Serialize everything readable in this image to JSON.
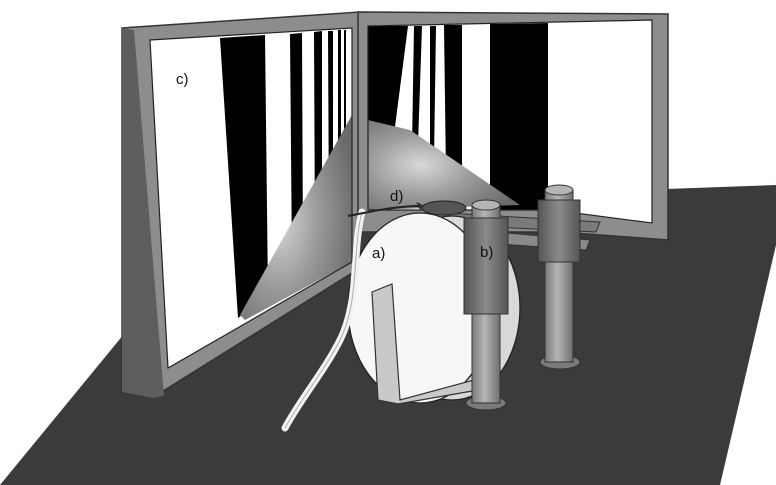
{
  "labels": {
    "a": "a)",
    "b": "b)",
    "c": "c)",
    "d": "d)"
  },
  "colors": {
    "floor": "#3c3a3b",
    "frame": "#8d8d8d",
    "frame_dark": "#5e5e5e",
    "screen": "#ffffff",
    "stripe": "#000000",
    "post": "#9a9a9a",
    "clamp": "#6e6e6e",
    "ball": "#f7f7f7"
  }
}
